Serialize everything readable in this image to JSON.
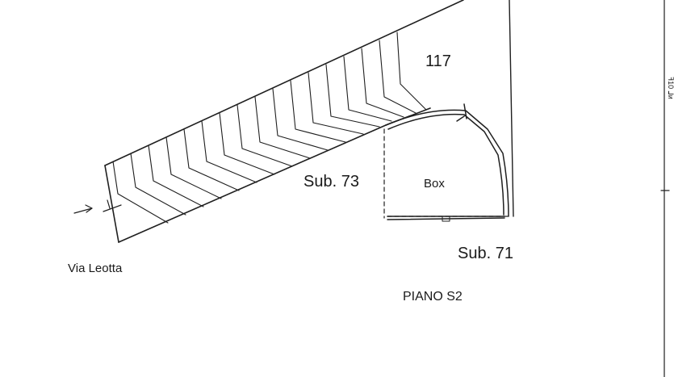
{
  "plan": {
    "lot_number": "117",
    "unit_left": "Sub. 73",
    "unit_right": "Sub. 71",
    "box_label": "Box",
    "street": "Via Leotta",
    "floor": "PIANO S2",
    "margin_text": "ꟻ10 ⅃ᴎ"
  }
}
